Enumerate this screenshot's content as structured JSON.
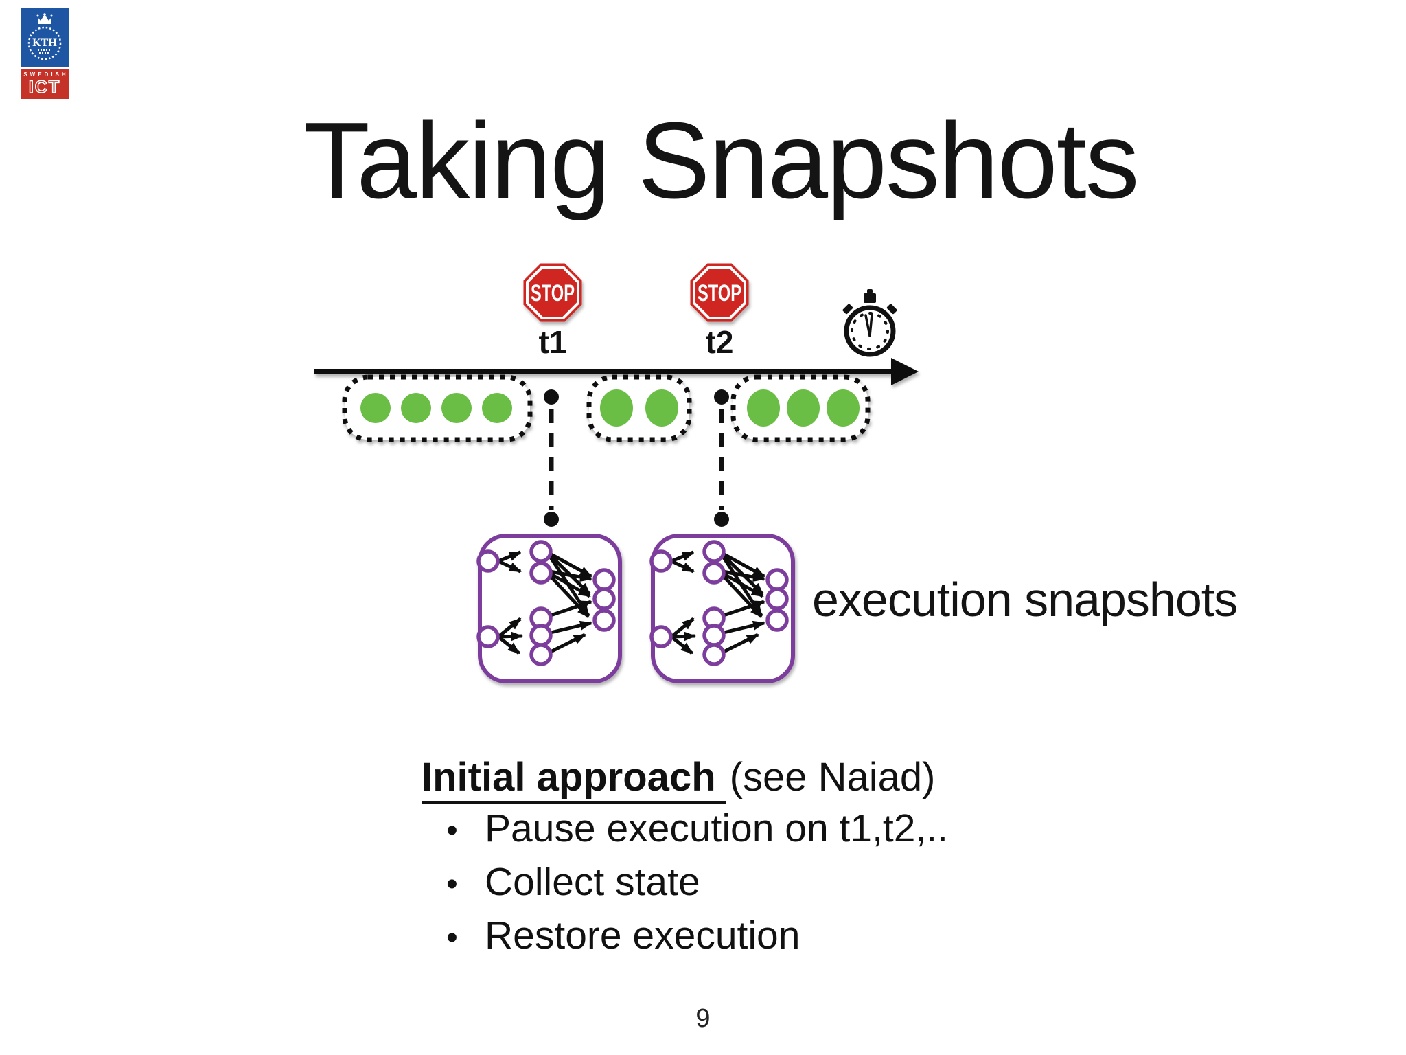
{
  "slide": {
    "page_number": "9"
  },
  "logo": {
    "kth_text": "KTH",
    "swedish_text": "SWEDISH",
    "ict_text": "ICT"
  },
  "title": "Taking Snapshots",
  "diagram": {
    "stop_sign_text": "STOP",
    "t1_label": "t1",
    "t2_label": "t2",
    "caption": "execution snapshots"
  },
  "approach": {
    "heading_bold": "Initial approach",
    "heading_rest": "(see Naiad)",
    "bullet_glyph": "•",
    "bullets": [
      "Pause execution on t1,t2,..",
      "Collect state",
      "Restore execution"
    ]
  },
  "colors": {
    "green": "#6ABE45",
    "purple": "#7D3E9C",
    "stop-red": "#D02620",
    "logo-blue": "#1E56A4",
    "logo-red": "#C53228"
  }
}
